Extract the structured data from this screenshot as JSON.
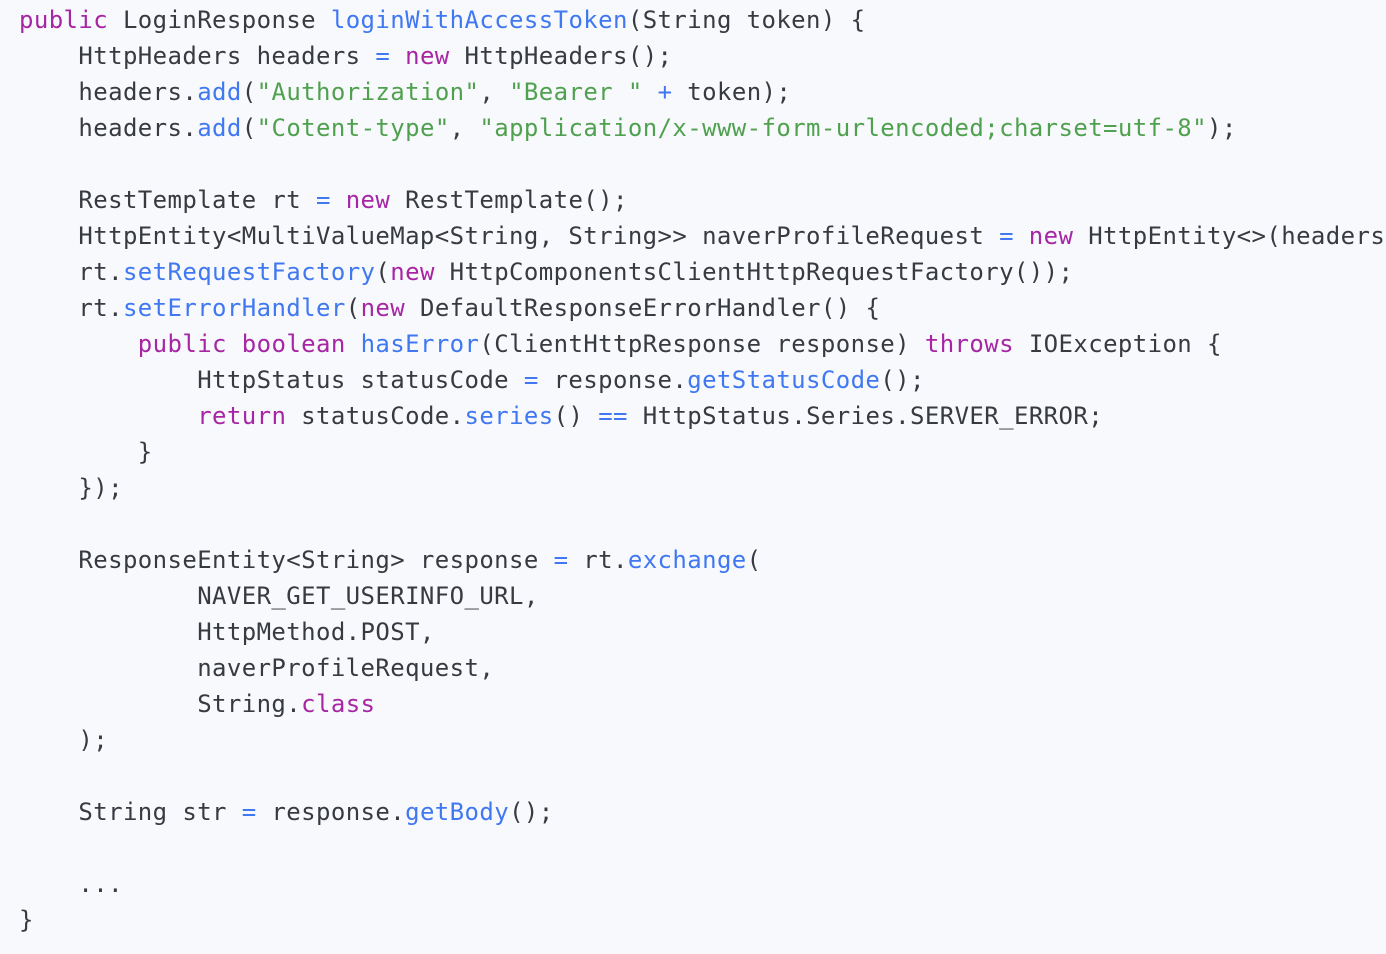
{
  "colors": {
    "background": "#f8f9fc",
    "plain": "#383a42",
    "keyword": "#a626a4",
    "function": "#4078f2",
    "string": "#50a14f",
    "operator": "#4078f2"
  },
  "code": {
    "language": "java",
    "lines": [
      [
        [
          "kw",
          "public"
        ],
        [
          "plain",
          " LoginResponse "
        ],
        [
          "fn",
          "loginWithAccessToken"
        ],
        [
          "plain",
          "(String token) {"
        ]
      ],
      [
        [
          "plain",
          "    HttpHeaders headers "
        ],
        [
          "op",
          "="
        ],
        [
          "plain",
          " "
        ],
        [
          "kw",
          "new"
        ],
        [
          "plain",
          " HttpHeaders();"
        ]
      ],
      [
        [
          "plain",
          "    headers."
        ],
        [
          "fn",
          "add"
        ],
        [
          "plain",
          "("
        ],
        [
          "str",
          "\"Authorization\""
        ],
        [
          "plain",
          ", "
        ],
        [
          "str",
          "\"Bearer \""
        ],
        [
          "plain",
          " "
        ],
        [
          "op",
          "+"
        ],
        [
          "plain",
          " token);"
        ]
      ],
      [
        [
          "plain",
          "    headers."
        ],
        [
          "fn",
          "add"
        ],
        [
          "plain",
          "("
        ],
        [
          "str",
          "\"Cotent-type\""
        ],
        [
          "plain",
          ", "
        ],
        [
          "str",
          "\"application/x-www-form-urlencoded;charset=utf-8\""
        ],
        [
          "plain",
          ");"
        ]
      ],
      [],
      [
        [
          "plain",
          "    RestTemplate rt "
        ],
        [
          "op",
          "="
        ],
        [
          "plain",
          " "
        ],
        [
          "kw",
          "new"
        ],
        [
          "plain",
          " RestTemplate();"
        ]
      ],
      [
        [
          "plain",
          "    HttpEntity<MultiValueMap<String, String>> naverProfileRequest "
        ],
        [
          "op",
          "="
        ],
        [
          "plain",
          " "
        ],
        [
          "kw",
          "new"
        ],
        [
          "plain",
          " HttpEntity<>(headers);"
        ]
      ],
      [
        [
          "plain",
          "    rt."
        ],
        [
          "fn",
          "setRequestFactory"
        ],
        [
          "plain",
          "("
        ],
        [
          "kw",
          "new"
        ],
        [
          "plain",
          " HttpComponentsClientHttpRequestFactory());"
        ]
      ],
      [
        [
          "plain",
          "    rt."
        ],
        [
          "fn",
          "setErrorHandler"
        ],
        [
          "plain",
          "("
        ],
        [
          "kw",
          "new"
        ],
        [
          "plain",
          " DefaultResponseErrorHandler() {"
        ]
      ],
      [
        [
          "plain",
          "        "
        ],
        [
          "kw",
          "public"
        ],
        [
          "plain",
          " "
        ],
        [
          "kw",
          "boolean"
        ],
        [
          "plain",
          " "
        ],
        [
          "fn",
          "hasError"
        ],
        [
          "plain",
          "(ClientHttpResponse response) "
        ],
        [
          "kw",
          "throws"
        ],
        [
          "plain",
          " IOException {"
        ]
      ],
      [
        [
          "plain",
          "            HttpStatus statusCode "
        ],
        [
          "op",
          "="
        ],
        [
          "plain",
          " response."
        ],
        [
          "fn",
          "getStatusCode"
        ],
        [
          "plain",
          "();"
        ]
      ],
      [
        [
          "plain",
          "            "
        ],
        [
          "kw",
          "return"
        ],
        [
          "plain",
          " statusCode."
        ],
        [
          "fn",
          "series"
        ],
        [
          "plain",
          "() "
        ],
        [
          "op",
          "=="
        ],
        [
          "plain",
          " HttpStatus.Series.SERVER_ERROR;"
        ]
      ],
      [
        [
          "plain",
          "        }"
        ]
      ],
      [
        [
          "plain",
          "    });"
        ]
      ],
      [],
      [
        [
          "plain",
          "    ResponseEntity<String> response "
        ],
        [
          "op",
          "="
        ],
        [
          "plain",
          " rt."
        ],
        [
          "fn",
          "exchange"
        ],
        [
          "plain",
          "("
        ]
      ],
      [
        [
          "plain",
          "            NAVER_GET_USERINFO_URL,"
        ]
      ],
      [
        [
          "plain",
          "            HttpMethod.POST,"
        ]
      ],
      [
        [
          "plain",
          "            naverProfileRequest,"
        ]
      ],
      [
        [
          "plain",
          "            String."
        ],
        [
          "kw",
          "class"
        ]
      ],
      [
        [
          "plain",
          "    );"
        ]
      ],
      [],
      [
        [
          "plain",
          "    String str "
        ],
        [
          "op",
          "="
        ],
        [
          "plain",
          " response."
        ],
        [
          "fn",
          "getBody"
        ],
        [
          "plain",
          "();"
        ]
      ],
      [],
      [
        [
          "plain",
          "    ..."
        ]
      ],
      [
        [
          "plain",
          "}"
        ]
      ]
    ]
  }
}
